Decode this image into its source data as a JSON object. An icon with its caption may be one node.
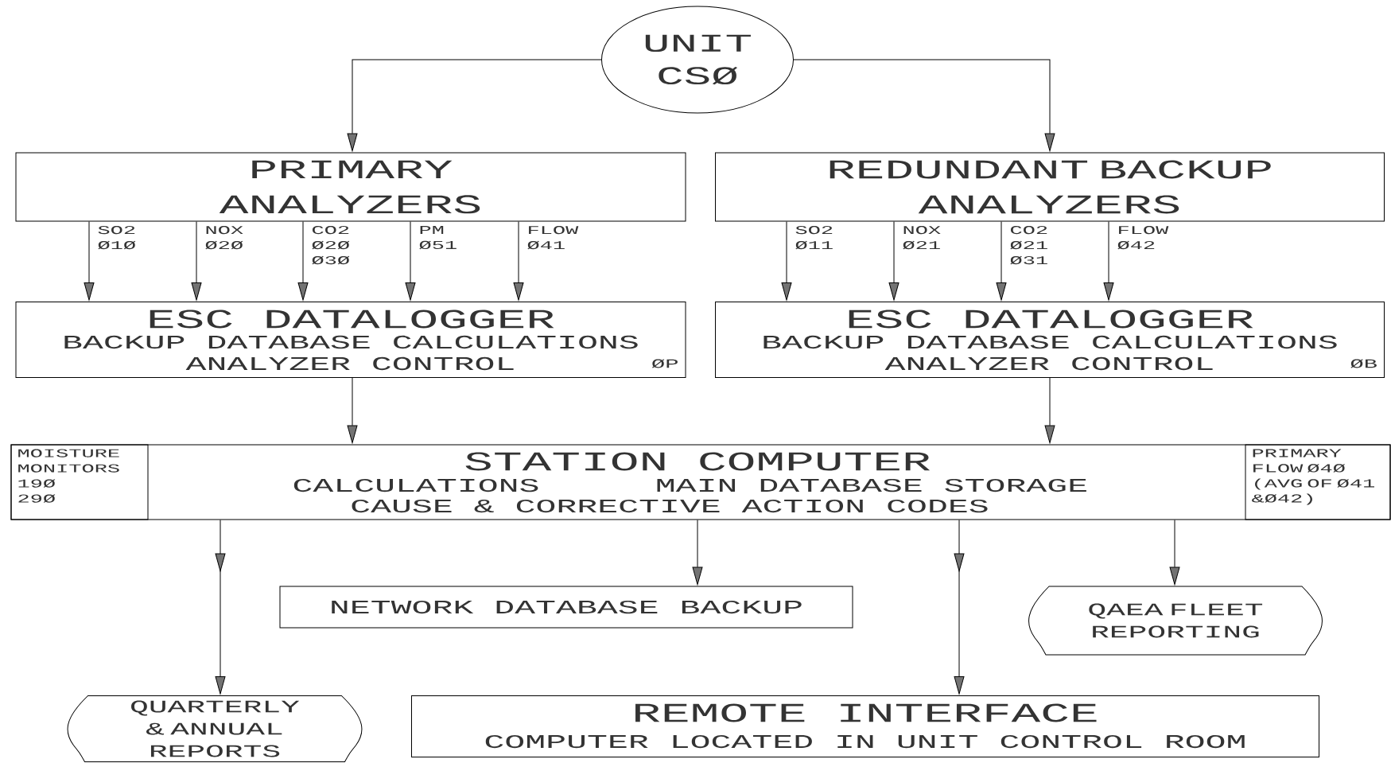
{
  "diagram": {
    "nodes": [
      {
        "text": [
          "UNIT CSØ"
        ]
      },
      {
        "text": [
          "PRIMARY ANALYZERS"
        ]
      },
      {
        "text": [
          "REDUNDANT BACKUP ANALYZERS"
        ]
      },
      {
        "text": [
          "ESC DATALOGGER",
          "BACKUP DATABASE CALCULATIONS",
          "ANALYZER CONTROL",
          "ØP"
        ]
      },
      {
        "text": [
          "ESC DATALOGGER",
          "BACKUP DATABASE CALCULATIONS",
          "ANALYZER CONTROL",
          "ØB"
        ]
      },
      {
        "text": [
          "STATION COMPUTER",
          "CALCULATIONS",
          "MAIN DATABASE STORAGE",
          "CAUSE & CORRECTIVE ACTION CODES"
        ]
      },
      {
        "text": [
          "MOISTURE MONITORS",
          "19Ø",
          "29Ø"
        ],
        "in": 5
      },
      {
        "text": [
          "PRIMARY FLOW Ø4Ø",
          "(AVG OF Ø41 &Ø42)"
        ],
        "in": 5
      },
      {
        "text": [
          "NETWORK DATABASE BACKUP"
        ]
      },
      {
        "text": [
          "QAEA FLEET REPORTING"
        ]
      },
      {
        "text": [
          "QUARTERLY & ANNUAL REPORTS"
        ]
      },
      {
        "text": [
          "REMOTE INTERFACE",
          "COMPUTER LOCATED IN UNIT CONTROL ROOM"
        ]
      }
    ],
    "edges": [
      {
        "from": 0,
        "to": 1,
        "arrow": "to"
      },
      {
        "from": 0,
        "to": 2,
        "arrow": "to"
      },
      {
        "from": 1,
        "to": 3,
        "arrow": "to",
        "label": "SO2 Ø1Ø"
      },
      {
        "from": 1,
        "to": 3,
        "arrow": "to",
        "label": "NOX Ø2Ø"
      },
      {
        "from": 1,
        "to": 3,
        "arrow": "to",
        "label": "CO2 Ø2Ø Ø3Ø"
      },
      {
        "from": 1,
        "to": 3,
        "arrow": "to",
        "label": "PM Ø51"
      },
      {
        "from": 1,
        "to": 3,
        "arrow": "to",
        "label": "FLOW Ø41"
      },
      {
        "from": 2,
        "to": 4,
        "arrow": "to",
        "label": "SO2 Ø11"
      },
      {
        "from": 2,
        "to": 4,
        "arrow": "to",
        "label": "NOX Ø21"
      },
      {
        "from": 2,
        "to": 4,
        "arrow": "to",
        "label": "CO2 Ø21 Ø31"
      },
      {
        "from": 2,
        "to": 4,
        "arrow": "to",
        "label": "FLOW Ø42"
      },
      {
        "from": 3,
        "to": 5,
        "arrow": "to"
      },
      {
        "from": 4,
        "to": 5,
        "arrow": "to"
      },
      {
        "from": 5,
        "to": 10,
        "arrow": "to"
      },
      {
        "from": 5,
        "to": 8,
        "arrow": "to"
      },
      {
        "from": 5,
        "to": 11,
        "arrow": "to"
      },
      {
        "from": 5,
        "to": 9,
        "arrow": "to"
      }
    ]
  }
}
